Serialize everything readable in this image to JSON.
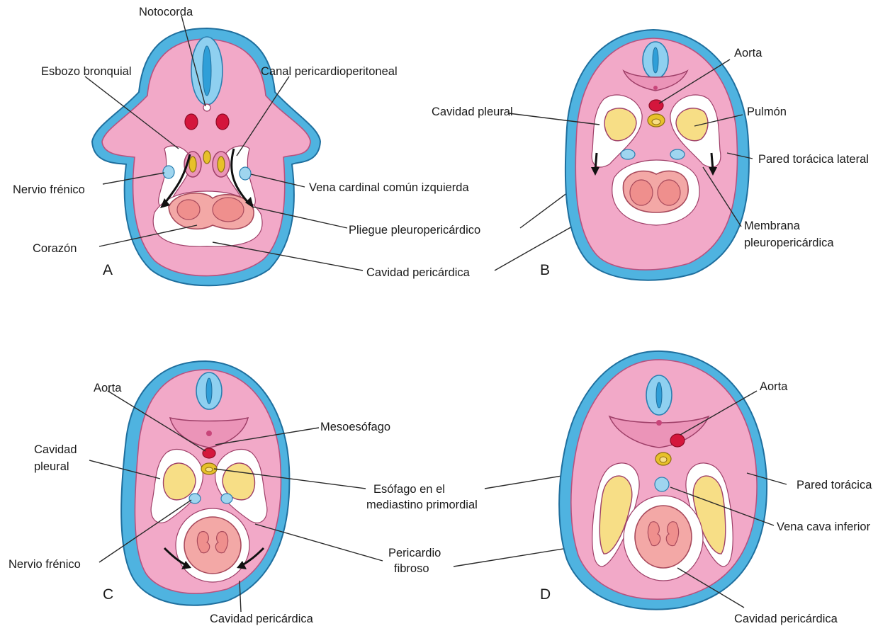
{
  "panels": {
    "A": {
      "letter": "A",
      "labels": {
        "notocorda": "Notocorda",
        "esbozo_bronquial": "Esbozo bronquial",
        "canal_pericardioperitoneal": "Canal pericardioperitoneal",
        "nervio_frenico": "Nervio frénico",
        "vena_cardinal": "Vena cardinal común izquierda",
        "corazon": "Corazón"
      }
    },
    "B": {
      "letter": "B",
      "labels": {
        "aorta": "Aorta",
        "cavidad_pleural": "Cavidad pleural",
        "pulmon": "Pulmón",
        "pared_toracica_lateral": "Pared torácica lateral",
        "membrana_line1": "Membrana",
        "membrana_line2": "pleuropericárdica"
      }
    },
    "C": {
      "letter": "C",
      "labels": {
        "aorta": "Aorta",
        "mesoesofago": "Mesoesófago",
        "cavidad_pleural_line1": "Cavidad",
        "cavidad_pleural_line2": "pleural",
        "nervio_frenico": "Nervio frénico",
        "cavidad_pericardica": "Cavidad pericárdica"
      }
    },
    "D": {
      "letter": "D",
      "labels": {
        "aorta": "Aorta",
        "pared_toracica": "Pared torácica",
        "vena_cava": "Vena cava inferior",
        "cavidad_pericardica": "Cavidad pericárdica"
      }
    }
  },
  "shared_labels": {
    "pliegue": "Pliegue pleuropericárdico",
    "cavidad_pericardica_AB": "Cavidad pericárdica",
    "esofago_line1": "Esófago en el",
    "esofago_line2": "mediastino primordial",
    "pericardio_line1": "Pericardio",
    "pericardio_line2": "fibroso"
  },
  "colors": {
    "skin": "#4fb3e0",
    "body_tissue": "#f2a9c8",
    "lung": "#f7de86",
    "aorta": "#d4163c",
    "heart": "#f3a8a6"
  }
}
